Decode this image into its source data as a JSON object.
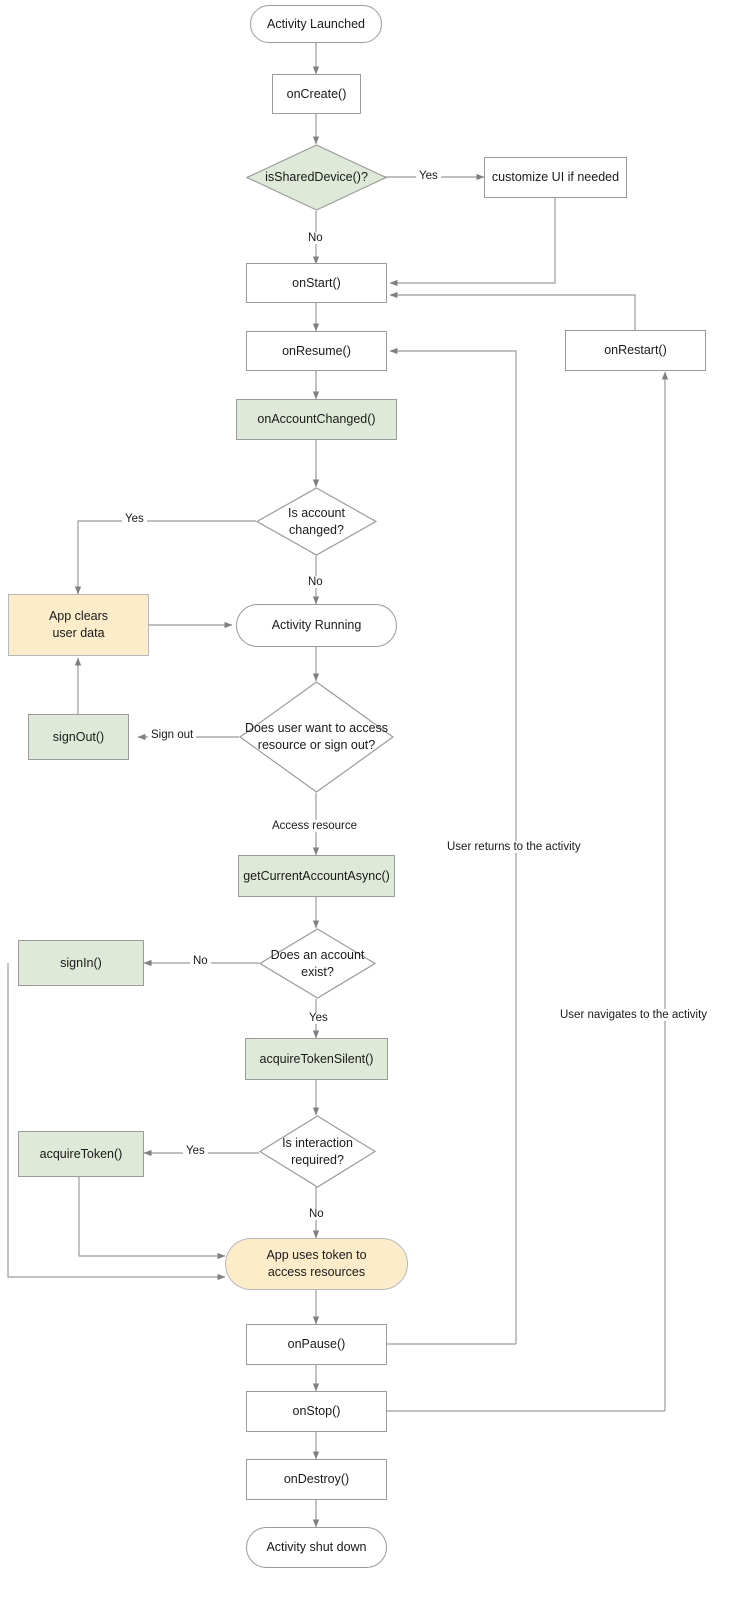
{
  "diagram": {
    "title": "Android MSAL activity lifecycle flowchart",
    "colors": {
      "green": "#dee9d8",
      "amber": "#fcecca",
      "stroke": "#9b9b9b",
      "text": "#1a1a1a",
      "background": "#ffffff"
    }
  },
  "nodes": {
    "activity_launched": "Activity Launched",
    "on_create": "onCreate()",
    "is_shared_device": "isSharedDevice()?",
    "customize_ui": "customize UI if needed",
    "on_start": "onStart()",
    "on_resume": "onResume()",
    "on_restart": "onRestart()",
    "on_account_changed": "onAccountChanged()",
    "is_account_changed_l1": "Is account",
    "is_account_changed_l2": "changed?",
    "app_clears_l1": "App clears",
    "app_clears_l2": "user data",
    "activity_running": "Activity Running",
    "sign_out": "signOut()",
    "does_user_want_l1": "Does user want to access",
    "does_user_want_l2": "resource or sign out?",
    "get_current_account_async": "getCurrentAccountAsync()",
    "sign_in": "signIn()",
    "does_account_exist_l1": "Does an account",
    "does_account_exist_l2": "exist?",
    "acquire_token_silent": "acquireTokenSilent()",
    "acquire_token": "acquireToken()",
    "is_interaction_required_l1": "Is interaction",
    "is_interaction_required_l2": "required?",
    "app_uses_token_l1": "App uses token to",
    "app_uses_token_l2": "access resources",
    "on_pause": "onPause()",
    "on_stop": "onStop()",
    "on_destroy": "onDestroy()",
    "activity_shut_down": "Activity shut down"
  },
  "edge_labels": {
    "shared_device_yes": "Yes",
    "shared_device_no": "No",
    "account_changed_yes": "Yes",
    "account_changed_no": "No",
    "sign_out": "Sign out",
    "access_resource": "Access resource",
    "account_exist_no": "No",
    "account_exist_yes": "Yes",
    "interaction_yes": "Yes",
    "interaction_no": "No",
    "user_returns": "User returns to the activity",
    "user_navigates": "User navigates to the activity"
  }
}
